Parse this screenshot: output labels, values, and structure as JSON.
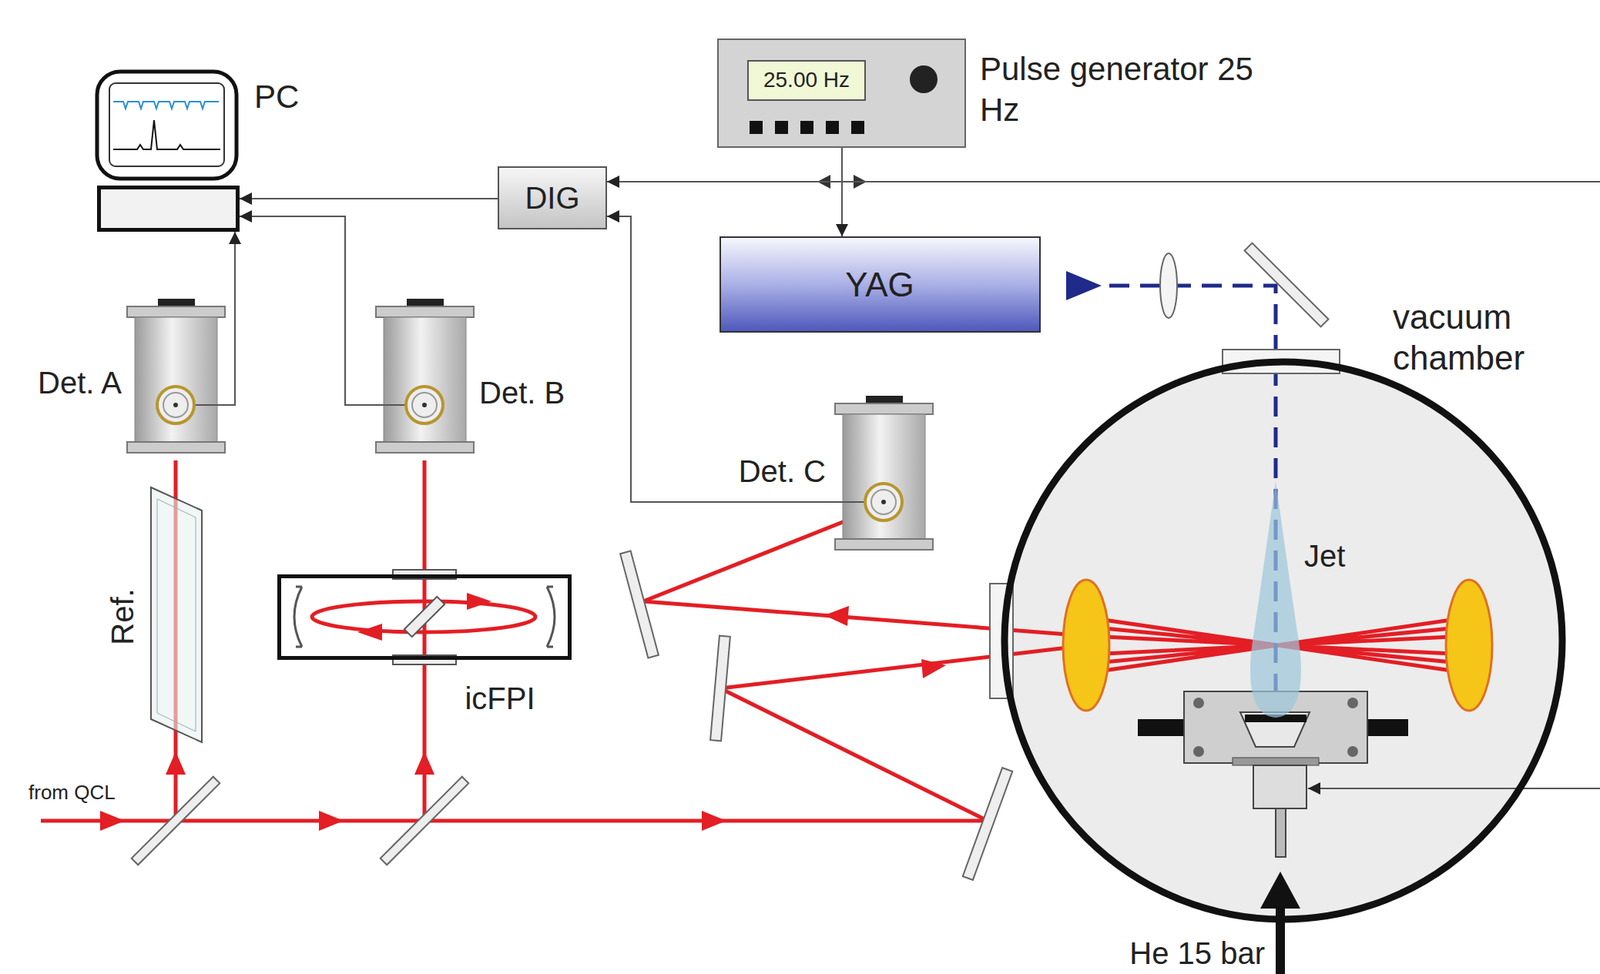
{
  "diagram": {
    "nodes": [
      {
        "text": [
          "PC"
        ]
      },
      {
        "text": [
          "DIG"
        ]
      },
      {
        "text": [
          "25.00 Hz",
          "Pulse generator 25 Hz"
        ]
      },
      {
        "text": [
          "YAG"
        ]
      },
      {
        "text": [
          "Det. A"
        ]
      },
      {
        "text": [
          "Det. B"
        ]
      },
      {
        "text": [
          "Det. C"
        ]
      },
      {
        "text": [
          "icFPI"
        ]
      },
      {
        "text": [
          "Ref."
        ]
      },
      {
        "text": [
          "vacuum chamber"
        ]
      },
      {
        "text": [
          "Jet"
        ],
        "in": 9
      }
    ],
    "edges": [
      {
        "from": 4,
        "to": 0,
        "arrow": "to"
      },
      {
        "from": 5,
        "to": 0,
        "arrow": "to"
      },
      {
        "from": 1,
        "to": 0,
        "arrow": "to"
      },
      {
        "from": 2,
        "to": 1,
        "arrow": "to"
      },
      {
        "from": 6,
        "to": 1,
        "arrow": "to"
      },
      {
        "from": 2,
        "to": 3,
        "arrow": "to"
      },
      {
        "from": 2,
        "to": 9,
        "arrow": "to"
      }
    ],
    "labels": [
      "from QCL",
      "He 15 bar"
    ]
  }
}
